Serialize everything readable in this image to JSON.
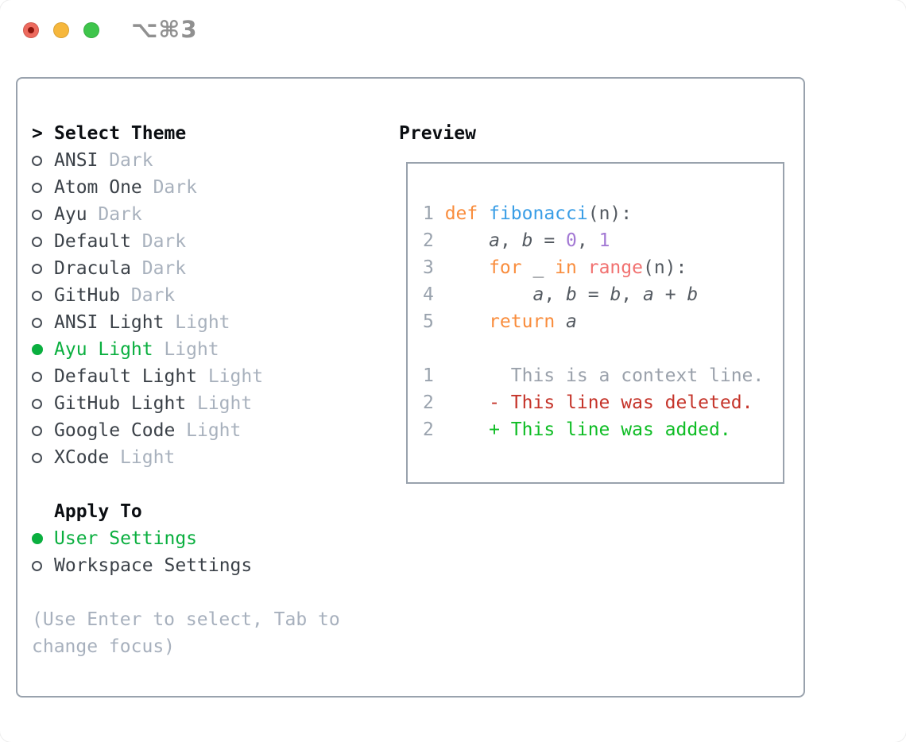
{
  "window": {
    "shortcut_label": "⌥⌘3",
    "traffic_lights": [
      {
        "name": "close",
        "color": "#ed6a5e",
        "dot": true
      },
      {
        "name": "minimize",
        "color": "#f6b73c",
        "dot": false
      },
      {
        "name": "zoom",
        "color": "#3ec54b",
        "dot": false
      }
    ]
  },
  "theme_panel": {
    "prompt": ">",
    "title": "Select Theme",
    "items": [
      {
        "label": "ANSI",
        "variant": "Dark",
        "selected": false
      },
      {
        "label": "Atom One",
        "variant": "Dark",
        "selected": false
      },
      {
        "label": "Ayu",
        "variant": "Dark",
        "selected": false
      },
      {
        "label": "Default",
        "variant": "Dark",
        "selected": false
      },
      {
        "label": "Dracula",
        "variant": "Dark",
        "selected": false
      },
      {
        "label": "GitHub",
        "variant": "Dark",
        "selected": false
      },
      {
        "label": "ANSI Light",
        "variant": "Light",
        "selected": false
      },
      {
        "label": "Ayu Light",
        "variant": "Light",
        "selected": true
      },
      {
        "label": "Default Light",
        "variant": "Light",
        "selected": false
      },
      {
        "label": "GitHub Light",
        "variant": "Light",
        "selected": false
      },
      {
        "label": "Google Code",
        "variant": "Light",
        "selected": false
      },
      {
        "label": "XCode",
        "variant": "Light",
        "selected": false
      }
    ],
    "apply_to": {
      "title": "Apply To",
      "options": [
        {
          "label": "User Settings",
          "selected": true
        },
        {
          "label": "Workspace Settings",
          "selected": false
        }
      ]
    },
    "help_text": "(Use Enter to select, Tab to change focus)"
  },
  "preview": {
    "title": "Preview",
    "lines": [
      {
        "num": "1",
        "tokens": [
          {
            "t": "def",
            "c": "kw"
          },
          {
            "t": " ",
            "c": "pl"
          },
          {
            "t": "fibonacci",
            "c": "fn"
          },
          {
            "t": "(n):",
            "c": "pl"
          }
        ]
      },
      {
        "num": "2",
        "tokens": [
          {
            "t": "    ",
            "c": "pl"
          },
          {
            "t": "a",
            "c": "va"
          },
          {
            "t": ", ",
            "c": "pl"
          },
          {
            "t": "b",
            "c": "va"
          },
          {
            "t": " = ",
            "c": "pl"
          },
          {
            "t": "0",
            "c": "nb"
          },
          {
            "t": ", ",
            "c": "pl"
          },
          {
            "t": "1",
            "c": "nb"
          }
        ]
      },
      {
        "num": "3",
        "tokens": [
          {
            "t": "    ",
            "c": "pl"
          },
          {
            "t": "for",
            "c": "kw"
          },
          {
            "t": " _ ",
            "c": "pl"
          },
          {
            "t": "in",
            "c": "kw"
          },
          {
            "t": " ",
            "c": "pl"
          },
          {
            "t": "range",
            "c": "sp"
          },
          {
            "t": "(n):",
            "c": "pl"
          }
        ]
      },
      {
        "num": "4",
        "tokens": [
          {
            "t": "        ",
            "c": "pl"
          },
          {
            "t": "a",
            "c": "va"
          },
          {
            "t": ", ",
            "c": "pl"
          },
          {
            "t": "b",
            "c": "va"
          },
          {
            "t": " = ",
            "c": "pl"
          },
          {
            "t": "b",
            "c": "va"
          },
          {
            "t": ", ",
            "c": "pl"
          },
          {
            "t": "a",
            "c": "va"
          },
          {
            "t": " + ",
            "c": "pl"
          },
          {
            "t": "b",
            "c": "va"
          }
        ]
      },
      {
        "num": "5",
        "tokens": [
          {
            "t": "    ",
            "c": "pl"
          },
          {
            "t": "return",
            "c": "kw"
          },
          {
            "t": " ",
            "c": "pl"
          },
          {
            "t": "a",
            "c": "va"
          }
        ]
      },
      {
        "num": "",
        "tokens": []
      },
      {
        "num": "1",
        "tokens": [
          {
            "t": "      This is a context line.",
            "c": "ctx"
          }
        ]
      },
      {
        "num": "2",
        "tokens": [
          {
            "t": "    ",
            "c": "pl"
          },
          {
            "t": "- This line was deleted.",
            "c": "del"
          }
        ]
      },
      {
        "num": "2",
        "tokens": [
          {
            "t": "    ",
            "c": "pl"
          },
          {
            "t": "+ This line was added.",
            "c": "add"
          }
        ]
      }
    ]
  },
  "colors": {
    "selection_green": "#0aaf3f",
    "added_green": "#0fbd25",
    "deleted_red": "#c5342a",
    "keyword_orange": "#f98d3d",
    "function_blue": "#3a9ee6",
    "number_purple": "#a379d4",
    "special_coral": "#f17170",
    "muted_gray": "#a8b1bd",
    "border_gray": "#99a2ad"
  }
}
